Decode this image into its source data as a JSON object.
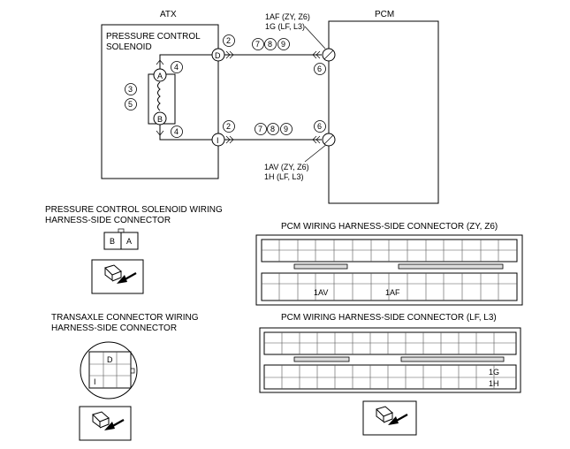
{
  "wiring": {
    "atx_label": "ATX",
    "pcm_label": "PCM",
    "solenoid_line1": "PRESSURE CONTROL",
    "solenoid_line2": "SOLENOID",
    "pcm_top_pin1": "1AF (ZY, Z6)",
    "pcm_top_pin2": "1G (LF, L3)",
    "pcm_bot_pin1": "1AV (ZY, Z6)",
    "pcm_bot_pin2": "1H (LF, L3)",
    "terminal_d": "D",
    "terminal_i": "I",
    "coil_a": "A",
    "coil_b": "B",
    "steps": {
      "s2": "2",
      "s3": "3",
      "s4": "4",
      "s5": "5",
      "s6": "6",
      "s7": "7",
      "s8": "8",
      "s9": "9"
    }
  },
  "solenoid_connector": {
    "title_line1": "PRESSURE CONTROL SOLENOID WIRING",
    "title_line2": "HARNESS-SIDE CONNECTOR",
    "pins": [
      "B",
      "A"
    ]
  },
  "transaxle_connector": {
    "title_line1": "TRANSAXLE CONNECTOR WIRING",
    "title_line2": "HARNESS-SIDE CONNECTOR",
    "pin_d": "D",
    "pin_i": "I"
  },
  "pcm_zy": {
    "title": "PCM WIRING HARNESS-SIDE CONNECTOR (ZY, Z6)",
    "pin_1av": "1AV",
    "pin_1af": "1AF"
  },
  "pcm_lf": {
    "title": "PCM WIRING HARNESS-SIDE CONNECTOR (LF, L3)",
    "pin_1g": "1G",
    "pin_1h": "1H"
  }
}
